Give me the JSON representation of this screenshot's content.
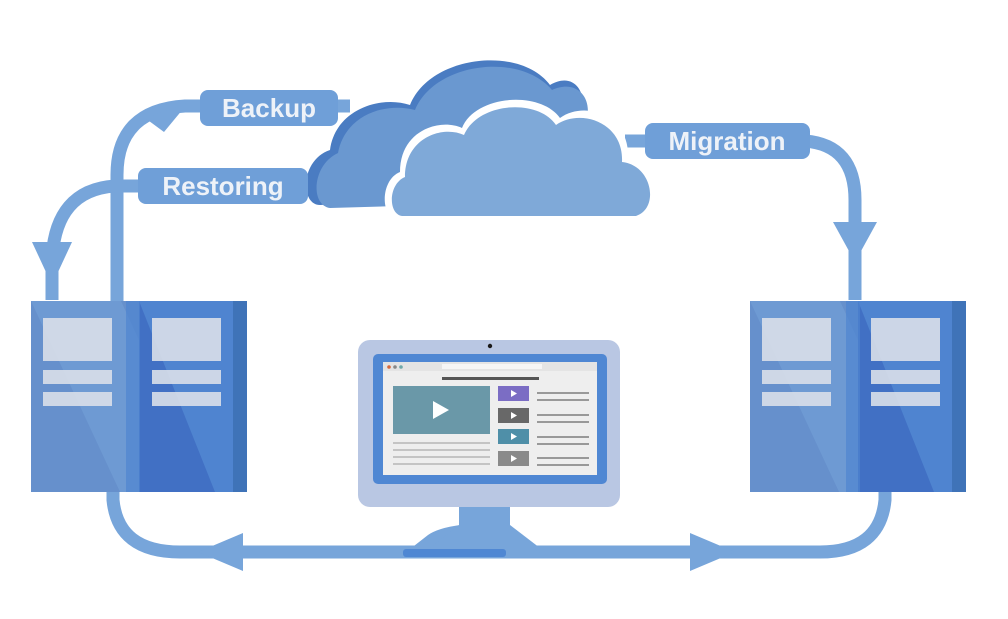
{
  "diagram": {
    "labels": {
      "backup": "Backup",
      "restoring": "Restoring",
      "migration": "Migration"
    },
    "nodes": {
      "cloud": "cloud-storage",
      "left_server": "source-server",
      "right_server": "destination-server",
      "monitor": "client-computer"
    },
    "colors": {
      "arrow": "#77a5da",
      "label_bg": "#6f9fd8",
      "label_text": "#eef2f8",
      "cloud_back": "#6a98d0",
      "cloud_back_edge": "#4a7cc2",
      "cloud_front": "#7fa9d8",
      "server_light": "#6690cc",
      "server_dark": "#4170c4",
      "server_panel": "#d9dfe9",
      "monitor_bezel": "#b9c7e3",
      "monitor_frame": "#4f87d3",
      "screen_bg": "#eeeeee",
      "video_main": "#6a98a8",
      "thumb_1": "#7b6dc4",
      "thumb_2": "#686868",
      "thumb_3": "#4f8fa8",
      "thumb_4": "#8a8a8a"
    }
  }
}
